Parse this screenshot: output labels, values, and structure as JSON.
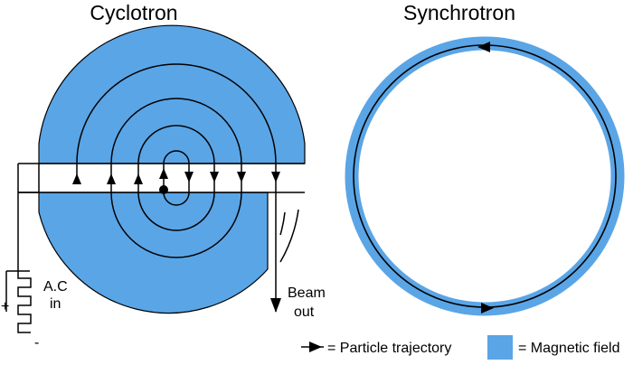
{
  "titles": {
    "left": "Cyclotron",
    "right": "Synchrotron"
  },
  "labels": {
    "ac_line1": "A.C",
    "ac_line2": "in",
    "plus": "+",
    "minus": "-",
    "beam_line1": "Beam",
    "beam_line2": "out"
  },
  "legend": {
    "trajectory_label": "= Particle trajectory",
    "field_label": "= Magnetic field"
  },
  "colors": {
    "magnetic_field": "#5aa5e6",
    "line": "#000000",
    "background": "#ffffff"
  },
  "icons": {
    "trajectory": "arrow-right-icon",
    "field": "blue-square-icon"
  }
}
